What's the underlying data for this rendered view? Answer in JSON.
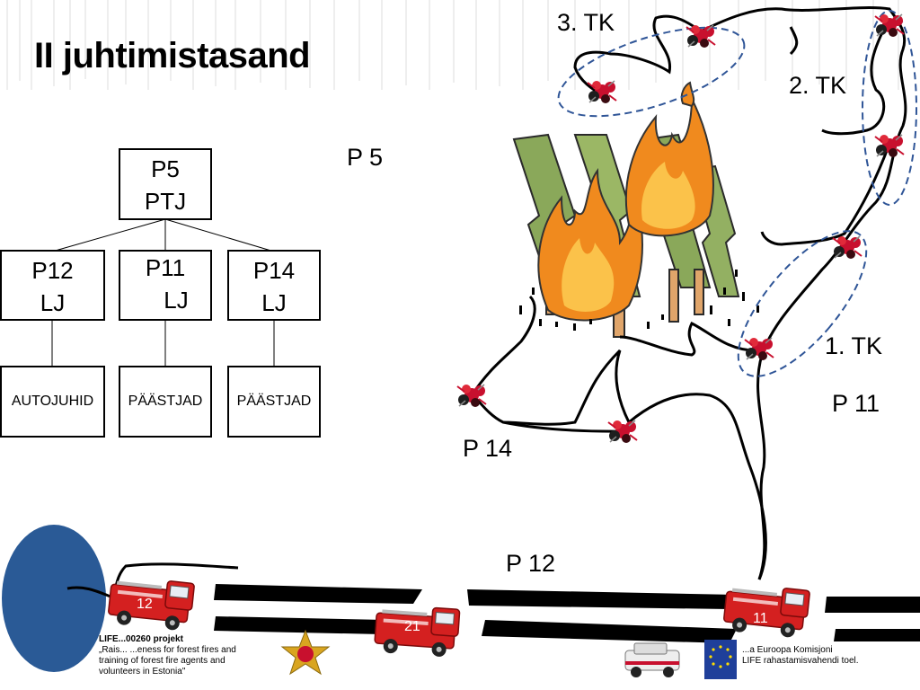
{
  "slide": {
    "title": "II juhtimistasand"
  },
  "org_chart": {
    "root": {
      "line1": "P5",
      "line2": "PTJ"
    },
    "leaders": [
      {
        "line1": "P12",
        "line2": "LJ"
      },
      {
        "line1": "P11",
        "line2": "LJ"
      },
      {
        "line1": "P14",
        "line2": "LJ"
      }
    ],
    "teams": [
      "AUTOJUHID",
      "PÄÄSTJAD",
      "PÄÄSTJAD"
    ]
  },
  "map": {
    "labels": {
      "p5": "P 5",
      "p11": "P 11",
      "p12": "P 12",
      "p14": "P 14",
      "tk1": "1. TK",
      "tk2": "2. TK",
      "tk3": "3. TK"
    },
    "vehicles": [
      {
        "number": "12"
      },
      {
        "number": "21"
      },
      {
        "number": "11"
      }
    ]
  },
  "footer": {
    "project_line": "LIFE...00260 projekt",
    "project_desc_1": "„Rais... ...eness for forest fires and",
    "project_desc_2": "training of forest fire agents and",
    "project_desc_3": "volunteers in Estonia\"",
    "eu_line_1": "...a Euroopa Komisjoni",
    "eu_line_2": "LIFE rahastamisvahendi toel."
  },
  "colors": {
    "ellipse_blue": "#2f5597",
    "disk_blue": "#2a5a96",
    "truck_red": "#d42020",
    "flame_orange": "#f08a1e",
    "tree_green": "#8aa85a"
  }
}
